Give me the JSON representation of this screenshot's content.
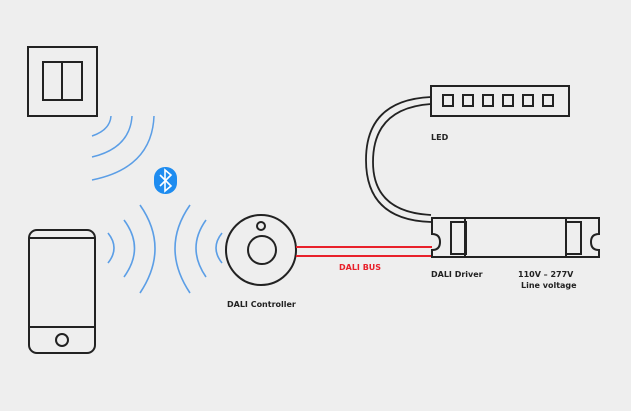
{
  "labels": {
    "led": "LED",
    "dali_bus": "DALI BUS",
    "dali_driver": "DALI Driver",
    "voltage": "110V – 277V",
    "line_voltage": "Line voltage",
    "dali_controller": "DALI Controller"
  },
  "colors": {
    "wave": "#5b9ee6",
    "bus": "#e8202a",
    "stroke": "#222222",
    "bluetooth": "#1e8cf0"
  },
  "icons": [
    "wall-switch-icon",
    "smartphone-icon",
    "bluetooth-icon",
    "dali-controller-icon",
    "led-strip-icon",
    "dali-driver-icon"
  ]
}
